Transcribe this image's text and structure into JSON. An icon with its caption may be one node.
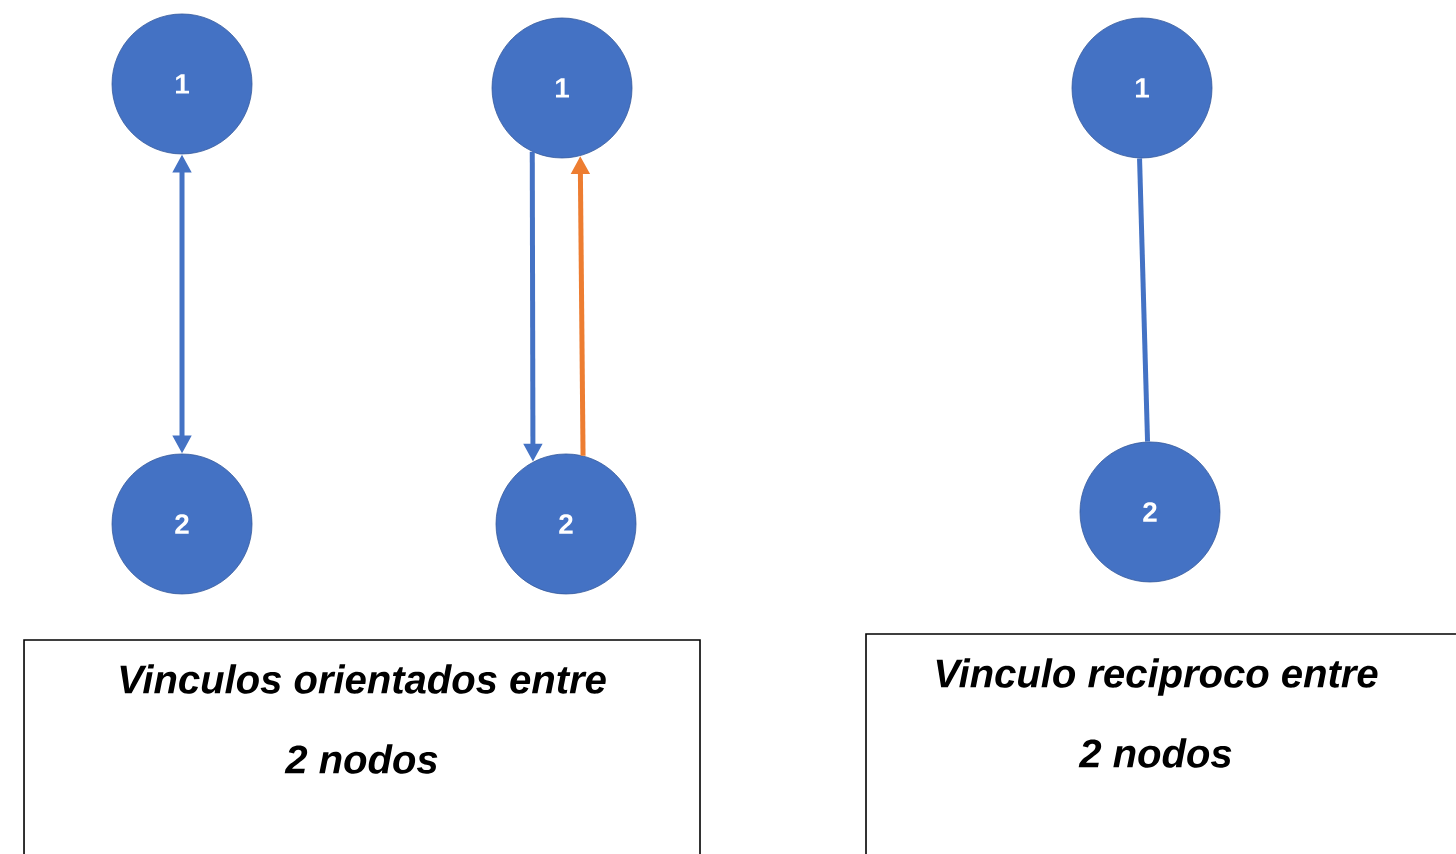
{
  "diagram": {
    "nodes": [
      {
        "text": [
          "1"
        ]
      },
      {
        "text": [
          "2"
        ]
      },
      {
        "text": [
          "1"
        ]
      },
      {
        "text": [
          "2"
        ]
      },
      {
        "text": [
          "1"
        ]
      },
      {
        "text": [
          "2"
        ]
      },
      {
        "text": [
          "Vinculos orientados entre",
          "2 nodos"
        ]
      },
      {
        "text": [
          "Vinculo reciproco entre",
          "2 nodos"
        ]
      }
    ],
    "edges": [
      {
        "from": 0,
        "to": 1,
        "arrow": "both"
      },
      {
        "from": 2,
        "to": 3,
        "arrow": "to"
      },
      {
        "from": 3,
        "to": 2,
        "arrow": "to",
        "color": "#ed7d31"
      },
      {
        "from": 4,
        "to": 5,
        "arrow": "none"
      }
    ]
  }
}
